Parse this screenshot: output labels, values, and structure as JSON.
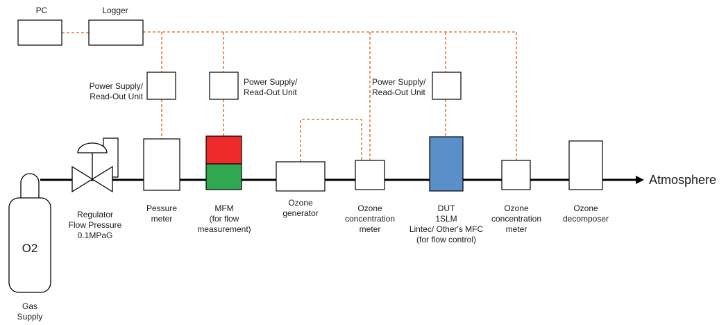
{
  "colors": {
    "signal_line": "#e07b39",
    "pipe_line": "#000000",
    "box_stroke": "#000000",
    "mfm_top": "#ee2b2b",
    "mfm_bottom": "#2fa84f",
    "dut_fill": "#5b8fc9"
  },
  "top": {
    "pc": "PC",
    "logger": "Logger"
  },
  "power_supply": [
    {
      "line1": "Power Supply/",
      "line2": "Read-Out Unit"
    },
    {
      "line1": "Power Supply/",
      "line2": "Read-Out Unit"
    },
    {
      "line1": "Power Supply/",
      "line2": "Read-Out Unit"
    }
  ],
  "components": {
    "o2_cylinder": "O2",
    "gas_supply": [
      "Gas",
      "Supply"
    ],
    "regulator": [
      "Regulator",
      "Flow Pressure",
      "0.1MPaG"
    ],
    "pressure_meter": [
      "Pessure",
      "meter"
    ],
    "mfm": [
      "MFM",
      "(for flow",
      "measurement)"
    ],
    "ozone_generator": [
      "Ozone",
      "generator"
    ],
    "ozone_meter_1": [
      "Ozone",
      "concentration",
      "meter"
    ],
    "dut": [
      "DUT",
      "1SLM",
      "Lintec/ Other's MFC",
      "(for flow control)"
    ],
    "ozone_meter_2": [
      "Ozone",
      "concentration",
      "meter"
    ],
    "ozone_decomposer": [
      "Ozone",
      "decomposer"
    ],
    "outlet": "Atmosphere"
  }
}
